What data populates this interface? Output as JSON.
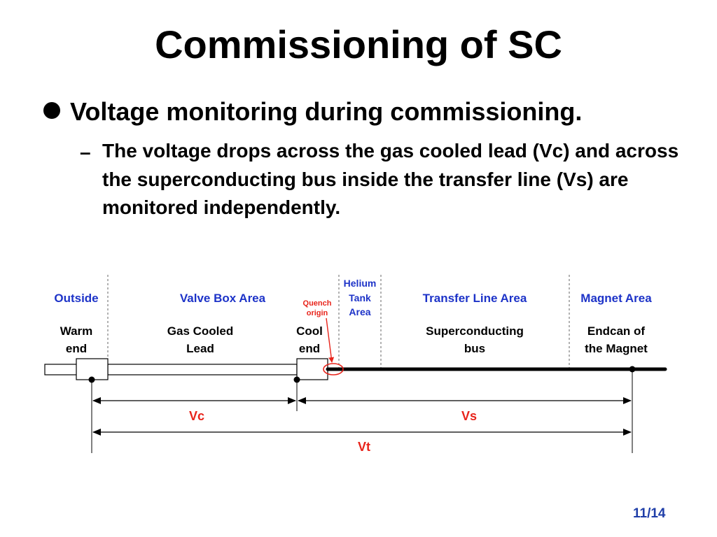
{
  "slide": {
    "title": "Commissioning of SC",
    "bullet": "Voltage monitoring during commissioning.",
    "sub_dash": "–",
    "sub_bullet": "The voltage drops across the gas cooled lead (Vc) and across the superconducting bus inside the transfer line (Vs) are monitored independently.",
    "page_number": "11/14"
  },
  "diagram": {
    "areas": {
      "outside": "Outside",
      "valve_box": "Valve Box Area",
      "helium_tank": [
        "Helium",
        "Tank",
        "Area"
      ],
      "transfer_line": "Transfer Line Area",
      "magnet": "Magnet Area"
    },
    "components": {
      "warm_end": [
        "Warm",
        "end"
      ],
      "gas_cooled_lead": [
        "Gas Cooled",
        "Lead"
      ],
      "cool_end": [
        "Cool",
        "end"
      ],
      "superconducting_bus": [
        "Superconducting",
        "bus"
      ],
      "endcan": [
        "Endcan of",
        "the Magnet"
      ]
    },
    "quench_origin": [
      "Quench",
      "origin"
    ],
    "voltages": {
      "vc": "Vc",
      "vs": "Vs",
      "vt": "Vt"
    },
    "colors": {
      "area_label": "#1d33c8",
      "voltage_label": "#e8241b",
      "page_number": "#1f3ea8"
    }
  }
}
